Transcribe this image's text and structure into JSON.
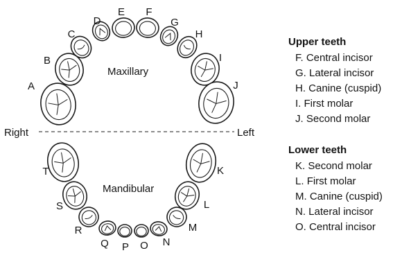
{
  "diagram": {
    "upper_arch_label": "Maxillary",
    "lower_arch_label": "Mandibular",
    "side_right": "Right",
    "side_left": "Left",
    "upper_tooth_letters": [
      "A",
      "B",
      "C",
      "D",
      "E",
      "F",
      "G",
      "H",
      "I",
      "J"
    ],
    "lower_tooth_letters": [
      "K",
      "L",
      "M",
      "N",
      "O",
      "P",
      "Q",
      "R",
      "S",
      "T"
    ]
  },
  "legend": {
    "upper": {
      "title": "Upper teeth",
      "items": [
        {
          "letter": "F.",
          "name": "Central incisor"
        },
        {
          "letter": "G.",
          "name": "Lateral incisor"
        },
        {
          "letter": "H.",
          "name": "Canine (cuspid)"
        },
        {
          "letter": "I.",
          "name": "First molar"
        },
        {
          "letter": "J.",
          "name": "Second molar"
        }
      ]
    },
    "lower": {
      "title": "Lower teeth",
      "items": [
        {
          "letter": "K.",
          "name": "Second molar"
        },
        {
          "letter": "L.",
          "name": "First molar"
        },
        {
          "letter": "M.",
          "name": "Canine (cuspid)"
        },
        {
          "letter": "N.",
          "name": "Lateral incisor"
        },
        {
          "letter": "O.",
          "name": "Central incisor"
        }
      ]
    }
  }
}
